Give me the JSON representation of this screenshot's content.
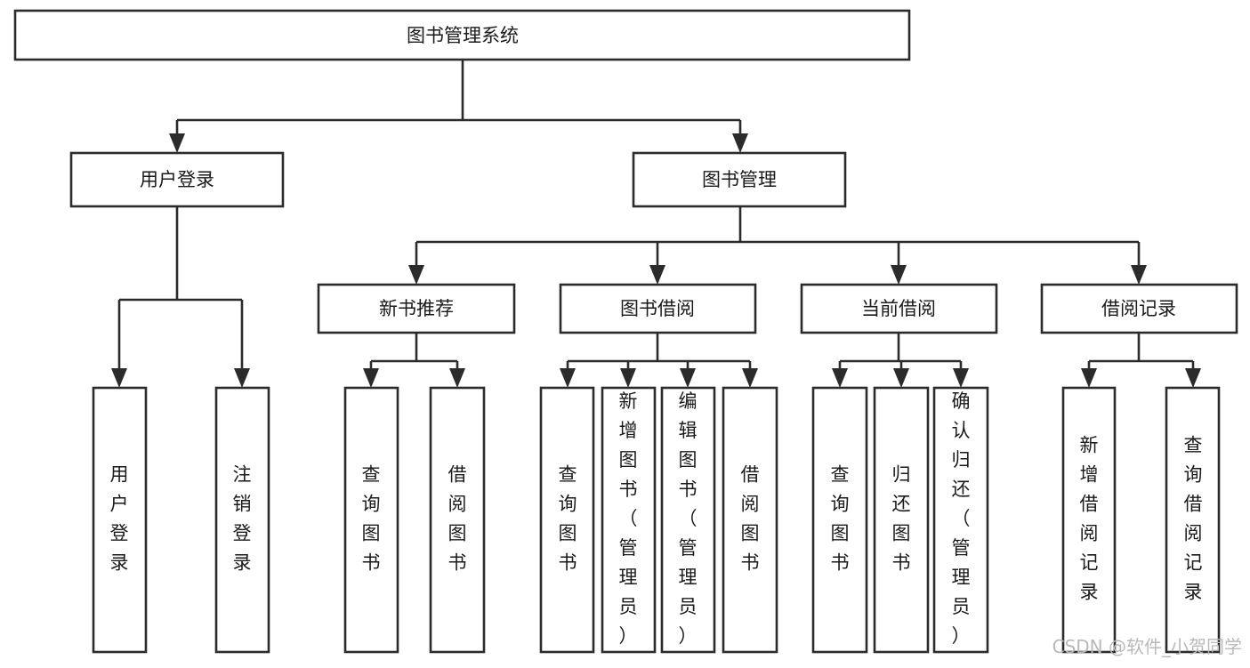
{
  "diagram": {
    "type": "hierarchy-tree",
    "title": "图书管理系统",
    "orientation": "top-down",
    "colors": {
      "box_stroke": "#2b2b2b",
      "box_fill": "#ffffff",
      "text": "#1a1a1a",
      "connector": "#2b2b2b",
      "background": "#ffffff",
      "watermark": "#b9b9b9"
    },
    "levels": {
      "root": {
        "label": "图书管理系统"
      },
      "level2": [
        {
          "id": "user-login",
          "label": "用户登录"
        },
        {
          "id": "book-management",
          "label": "图书管理"
        }
      ],
      "level3": [
        {
          "id": "new-book-recommend",
          "label": "新书推荐",
          "parent": "book-management"
        },
        {
          "id": "book-borrow",
          "label": "图书借阅",
          "parent": "book-management"
        },
        {
          "id": "current-borrow",
          "label": "当前借阅",
          "parent": "book-management"
        },
        {
          "id": "borrow-record",
          "label": "借阅记录",
          "parent": "book-management"
        }
      ],
      "leaves": [
        {
          "id": "leaf-user-login",
          "label": "用户登录",
          "parent": "user-login"
        },
        {
          "id": "leaf-logout",
          "label": "注销登录",
          "parent": "user-login"
        },
        {
          "id": "leaf-query-book-1",
          "label": "查询图书",
          "parent": "new-book-recommend"
        },
        {
          "id": "leaf-borrow-book-1",
          "label": "借阅图书",
          "parent": "new-book-recommend"
        },
        {
          "id": "leaf-query-book-2",
          "label": "查询图书",
          "parent": "book-borrow"
        },
        {
          "id": "leaf-add-book",
          "label": "新增图书（管理员）",
          "parent": "book-borrow"
        },
        {
          "id": "leaf-edit-book",
          "label": "编辑图书（管理员）",
          "parent": "book-borrow"
        },
        {
          "id": "leaf-borrow-book-2",
          "label": "借阅图书",
          "parent": "book-borrow"
        },
        {
          "id": "leaf-query-book-3",
          "label": "查询图书",
          "parent": "current-borrow"
        },
        {
          "id": "leaf-return-book",
          "label": "归还图书",
          "parent": "current-borrow"
        },
        {
          "id": "leaf-confirm-return",
          "label": "确认归还（管理员）",
          "parent": "current-borrow"
        },
        {
          "id": "leaf-add-record",
          "label": "新增借阅记录",
          "parent": "borrow-record"
        },
        {
          "id": "leaf-query-record",
          "label": "查询借阅记录",
          "parent": "borrow-record"
        }
      ]
    }
  },
  "watermark": {
    "label": "CSDN @软件_小贺同学"
  }
}
